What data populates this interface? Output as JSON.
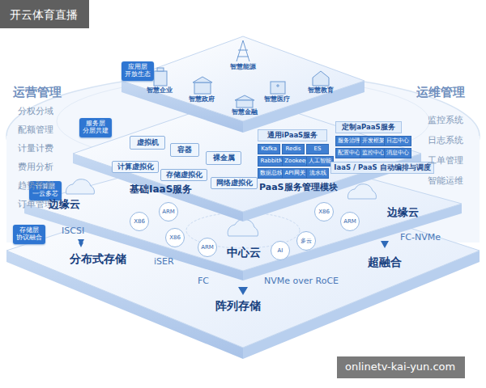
{
  "diagram": {
    "nodes": [
      {
        "text": [
          "应用层",
          "开放生态"
        ]
      },
      {
        "text": [
          "服务层",
          "分层共建"
        ]
      },
      {
        "text": [
          "虚拟机"
        ]
      },
      {
        "text": [
          "容器"
        ]
      },
      {
        "text": [
          "裸金属"
        ]
      },
      {
        "text": [
          "计算虚拟化"
        ]
      },
      {
        "text": [
          "存储虚拟化"
        ]
      },
      {
        "text": [
          "网络虚拟化"
        ]
      },
      {
        "text": [
          "通用iPaaS服务"
        ]
      },
      {
        "text": [
          "Kafka"
        ]
      },
      {
        "text": [
          "Redis"
        ]
      },
      {
        "text": [
          "ES"
        ]
      },
      {
        "text": [
          "RabbitMQ"
        ]
      },
      {
        "text": [
          "Zookeeper"
        ]
      },
      {
        "text": [
          "人工智能"
        ]
      },
      {
        "text": [
          "数据总线"
        ]
      },
      {
        "text": [
          "API网关"
        ]
      },
      {
        "text": [
          "流水线"
        ]
      },
      {
        "text": [
          "定制aPaaS服务"
        ]
      },
      {
        "text": [
          "服务治理"
        ]
      },
      {
        "text": [
          "开发框架"
        ]
      },
      {
        "text": [
          "日志中心"
        ]
      },
      {
        "text": [
          "配置中心"
        ]
      },
      {
        "text": [
          "监控中心"
        ]
      },
      {
        "text": [
          "消息中心"
        ]
      },
      {
        "text": [
          "IaaS / PaaS 自动编排与调度"
        ]
      },
      {
        "text": [
          "计算层",
          "一云多芯"
        ]
      },
      {
        "text": [
          "X86"
        ]
      },
      {
        "text": [
          "ARM"
        ]
      },
      {
        "text": [
          "X86"
        ]
      },
      {
        "text": [
          "ARM"
        ]
      },
      {
        "text": [
          "AI"
        ]
      },
      {
        "text": [
          "多云"
        ]
      },
      {
        "text": [
          "X86"
        ]
      },
      {
        "text": [
          "ARM"
        ]
      },
      {
        "text": [
          "存储层",
          "协议融合"
        ]
      }
    ],
    "labels": [
      "开云体育直播",
      "onlinetv-kai-yun.com",
      "运营管理",
      "分权分域",
      "配额管理",
      "计量计费",
      "费用分析",
      "趋势预测",
      "订单管理",
      "运维管理",
      "监控系统",
      "日志系统",
      "工单管理",
      "智能运维",
      "智慧能源",
      "智慧企业",
      "智慧政府",
      "智慧医疗",
      "智慧教育",
      "智慧金融",
      "基础IaaS服务",
      "PaaS服务管理模块",
      "边缘云",
      "中心云",
      "边缘云",
      "ISCSI",
      "分布式存储",
      "iSER",
      "FC",
      "阵列存储",
      "NVMe over RoCE",
      "FC-NVMe",
      "超融合"
    ]
  }
}
